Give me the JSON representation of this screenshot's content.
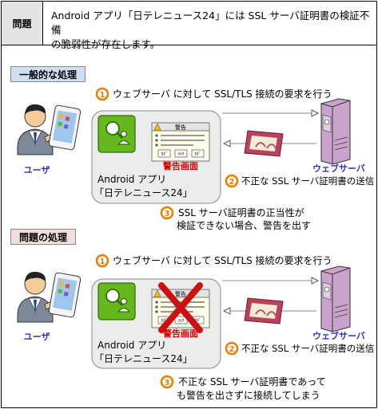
{
  "header": {
    "label": "問題",
    "text_line1": "Android アプリ「日テレニュース24」には SSL サーバ証明書の検証不備",
    "text_line2": "の脆弱性が存在します。"
  },
  "normal": {
    "tag": "一般的な処理",
    "step1_num": "1",
    "step1_text": "ウェブサーバ に対して SSL/TLS 接続の要求を行う",
    "step2_num": "2",
    "step2_text": "不正な SSL サーバ証明書の送信",
    "step3_num": "3",
    "step3_line1": "SSL サーバ証明書の正当性が",
    "step3_line2": "検証できない場合、警告を出す",
    "user_label": "ユーザ",
    "server_label": "ウェブサーバ",
    "app_line1": "Android アプリ",
    "app_line2": "「日テレニュース24」",
    "warning_screen_label": "警告画面",
    "dialog_title": "警告",
    "dialog_btn1": "ｶｷﾞ",
    "dialog_btn2": "ﾊｲﾁ",
    "dialog_btn3": "ｶｷﾞ"
  },
  "issue": {
    "tag": "問題の処理",
    "step1_num": "1",
    "step1_text": "ウェブサーバ に対して SSL/TLS 接続の要求を行う",
    "step2_num": "2",
    "step2_text": "不正な SSL サーバ証明書の送信",
    "step3_num": "3",
    "step3_line1": "不正な SSL サーバ証明書であって",
    "step3_line2": "も警告を出さずに接続してしまう",
    "user_label": "ユーザ",
    "server_label": "ウェブサーバ",
    "app_line1": "Android アプリ",
    "app_line2": "「日テレニュース24」",
    "warning_screen_label": "警告画面",
    "dialog_title": "警告",
    "dialog_btn1": "ｶｷﾞ",
    "dialog_btn2": "ﾊｲﾁ",
    "dialog_btn3": "ｶｷﾞ"
  },
  "colors": {
    "step_circle": "#f07a00",
    "warning_red": "#d40000",
    "server_label": "#3333aa",
    "app_icon_green": "#66b81e",
    "app_box_fill": "#ececec",
    "cert_color": "#b8425a",
    "cross_red": "#cc1111",
    "tag_normal": "#cfdef0",
    "tag_issue": "#f3dcdc"
  }
}
